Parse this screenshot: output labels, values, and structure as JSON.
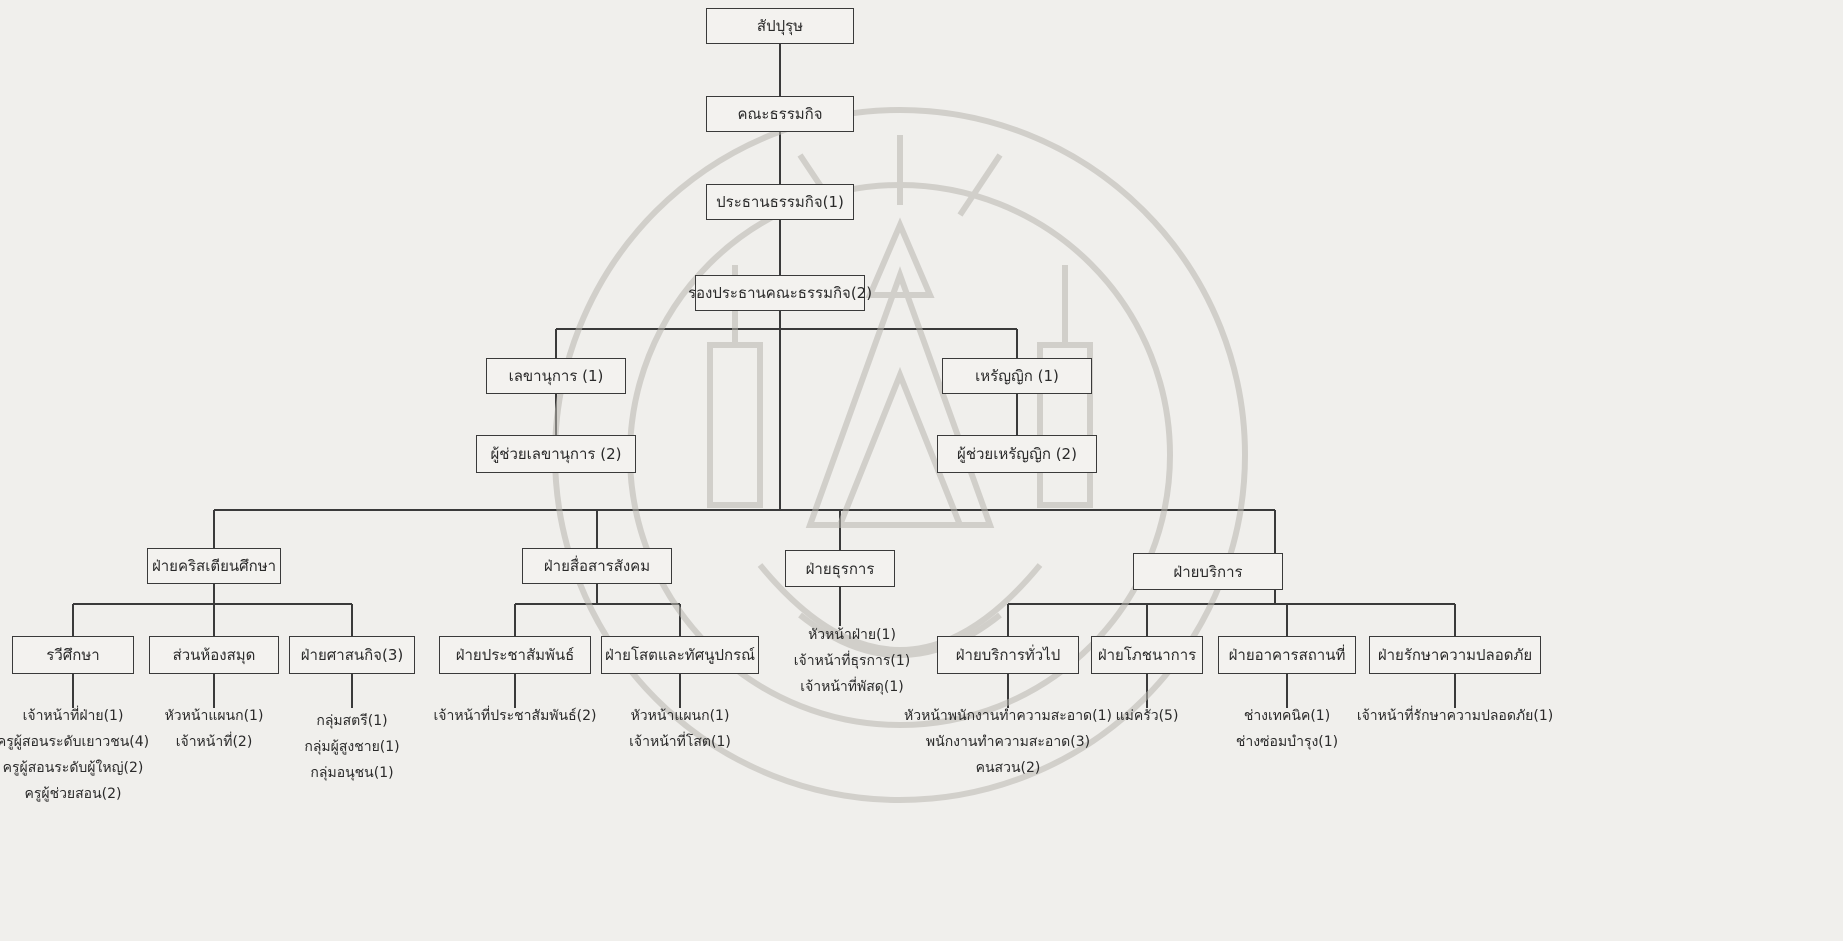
{
  "colors": {
    "background": "#f0efec",
    "line": "#3a3a3a",
    "watermark": "#b9b6b0"
  },
  "org_chart": {
    "top": "สัปปุรุษ",
    "committee": "คณะธรรมกิจ",
    "chairman": "ประธานธรรมกิจ(1)",
    "vice_chairman": "รองประธานคณะธรรมกิจ(2)",
    "secretary": "เลขานุการ (1)",
    "assistant_secretary": "ผู้ช่วยเลขานุการ (2)",
    "treasurer": "เหรัญญิก (1)",
    "assistant_treasurer": "ผู้ช่วยเหรัญญิก (2)",
    "divisions": {
      "christian_education": {
        "label": "ฝ่ายคริสเตียนศึกษา",
        "units": {
          "sunday_school": {
            "label": "รวีศึกษา",
            "staff": [
              "เจ้าหน้าที่ฝ่าย(1)",
              "ครูผู้สอนระดับเยาวชน(4)",
              "ครูผู้สอนระดับผู้ใหญ่(2)",
              "ครูผู้ช่วยสอน(2)"
            ]
          },
          "library": {
            "label": "ส่วนห้องสมุด",
            "staff": [
              "หัวหน้าแผนก(1)",
              "เจ้าหน้าที่(2)"
            ]
          },
          "religious_affairs": {
            "label": "ฝ่ายศาสนกิจ(3)",
            "staff": [
              "กลุ่มสตรี(1)",
              "กลุ่มผู้สูงชาย(1)",
              "กลุ่มอนุชน(1)"
            ]
          }
        }
      },
      "communication": {
        "label": "ฝ่ายสื่อสารสังคม",
        "units": {
          "public_relations": {
            "label": "ฝ่ายประชาสัมพันธ์",
            "staff": [
              "เจ้าหน้าที่ประชาสัมพันธ์(2)"
            ]
          },
          "audio_visual": {
            "label": "ฝ่ายโสตและทัศนูปกรณ์",
            "staff": [
              "หัวหน้าแผนก(1)",
              "เจ้าหน้าที่โสต(1)"
            ]
          }
        }
      },
      "administration": {
        "label": "ฝ่ายธุรการ",
        "staff": [
          "หัวหน้าฝ่าย(1)",
          "เจ้าหน้าที่ธุรการ(1)",
          "เจ้าหน้าที่พัสดุ(1)"
        ]
      },
      "services": {
        "label": "ฝ่ายบริการ",
        "units": {
          "general_services": {
            "label": "ฝ่ายบริการทั่วไป",
            "staff": [
              "หัวหน้าพนักงานทำความสะอาด(1)",
              "พนักงานทำความสะอาด(3)",
              "คนสวน(2)"
            ]
          },
          "nutrition": {
            "label": "ฝ่ายโภชนาการ",
            "staff": [
              "แม่ครัว(5)"
            ]
          },
          "buildings": {
            "label": "ฝ่ายอาคารสถานที่",
            "staff": [
              "ช่างเทคนิค(1)",
              "ช่างซ่อมบำรุง(1)"
            ]
          },
          "security": {
            "label": "ฝ่ายรักษาความปลอดภัย",
            "staff": [
              "เจ้าหน้าที่รักษาความปลอดภัย(1)"
            ]
          }
        }
      }
    }
  }
}
